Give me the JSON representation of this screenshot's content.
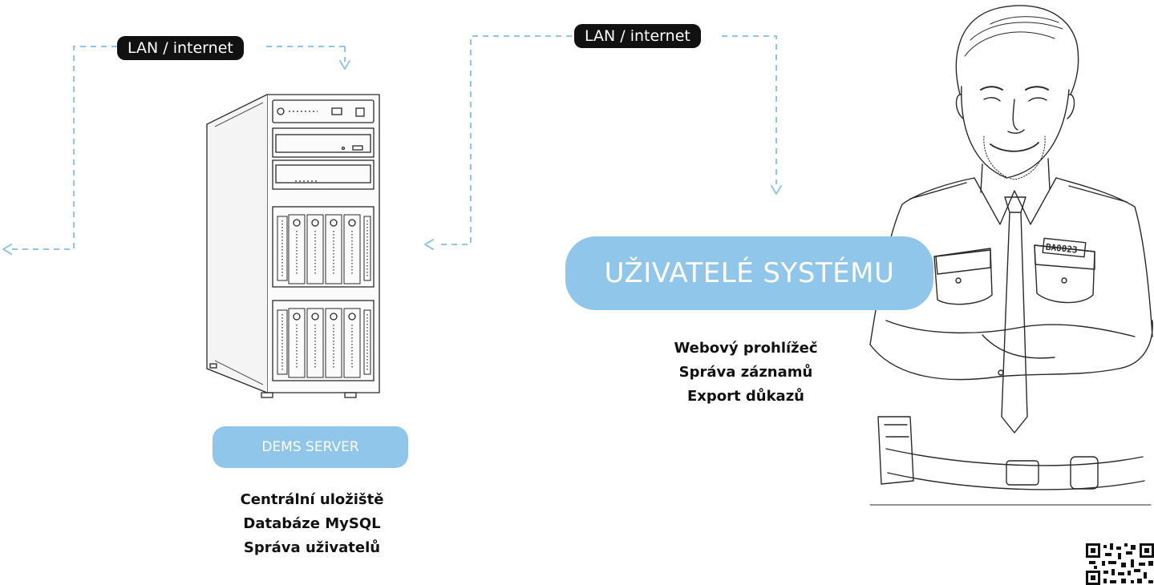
{
  "connections": {
    "left_label": "LAN / internet",
    "right_label": "LAN / internet"
  },
  "server": {
    "badge": "DEMS SERVER",
    "features": [
      "Centrální uložiště",
      "Databáze MySQL",
      "Správa uživatelů"
    ]
  },
  "users": {
    "badge": "UŽIVATELÉ SYSTÉMU",
    "features": [
      "Webový prohlížeč",
      "Správa záznamů",
      "Export důkazů"
    ],
    "name_tag": "BA0023"
  },
  "colors": {
    "accent_blue": "#8fc6ea",
    "label_dark": "#111111",
    "line_art": "#2a2a2a"
  },
  "icons": [
    "tower-server-illustration",
    "police-officer-illustration",
    "qr-code-icon",
    "arrow-left-icon",
    "arrow-down-icon"
  ]
}
